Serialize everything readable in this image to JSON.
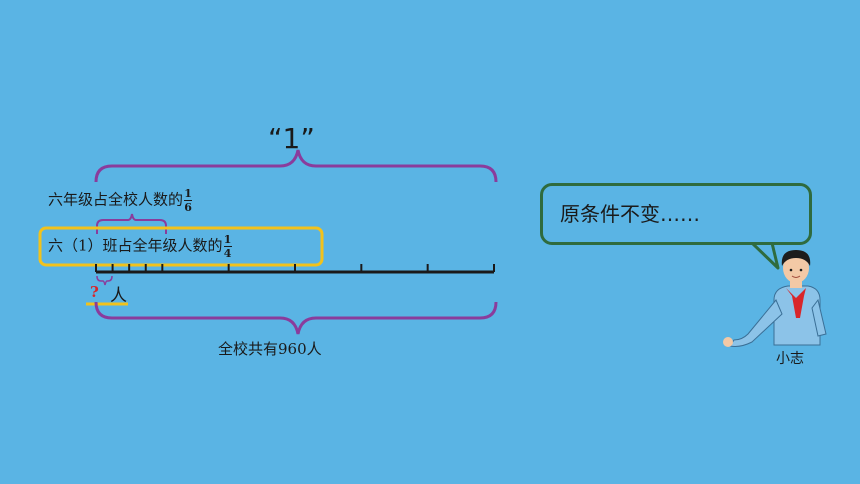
{
  "diagram": {
    "unit_one_label": "“1”",
    "grade_fraction_label": {
      "text": "六年级占全校人数的",
      "numerator": "1",
      "denominator": "6"
    },
    "class_fraction_label": {
      "text": "六（1）班占全年级人数的",
      "numerator": "1",
      "denominator": "4"
    },
    "unknown_mark": "?",
    "unknown_unit": "人",
    "total_label": "全校共有960人",
    "colors": {
      "background": "#5ab4e4",
      "brace": "#8a3c9c",
      "highlight_box": "#f2c21b",
      "line": "#1a1a1a",
      "bubble_border": "#2f6b3e"
    }
  },
  "speech": {
    "text": "原条件不变……",
    "speaker_name": "小志"
  }
}
